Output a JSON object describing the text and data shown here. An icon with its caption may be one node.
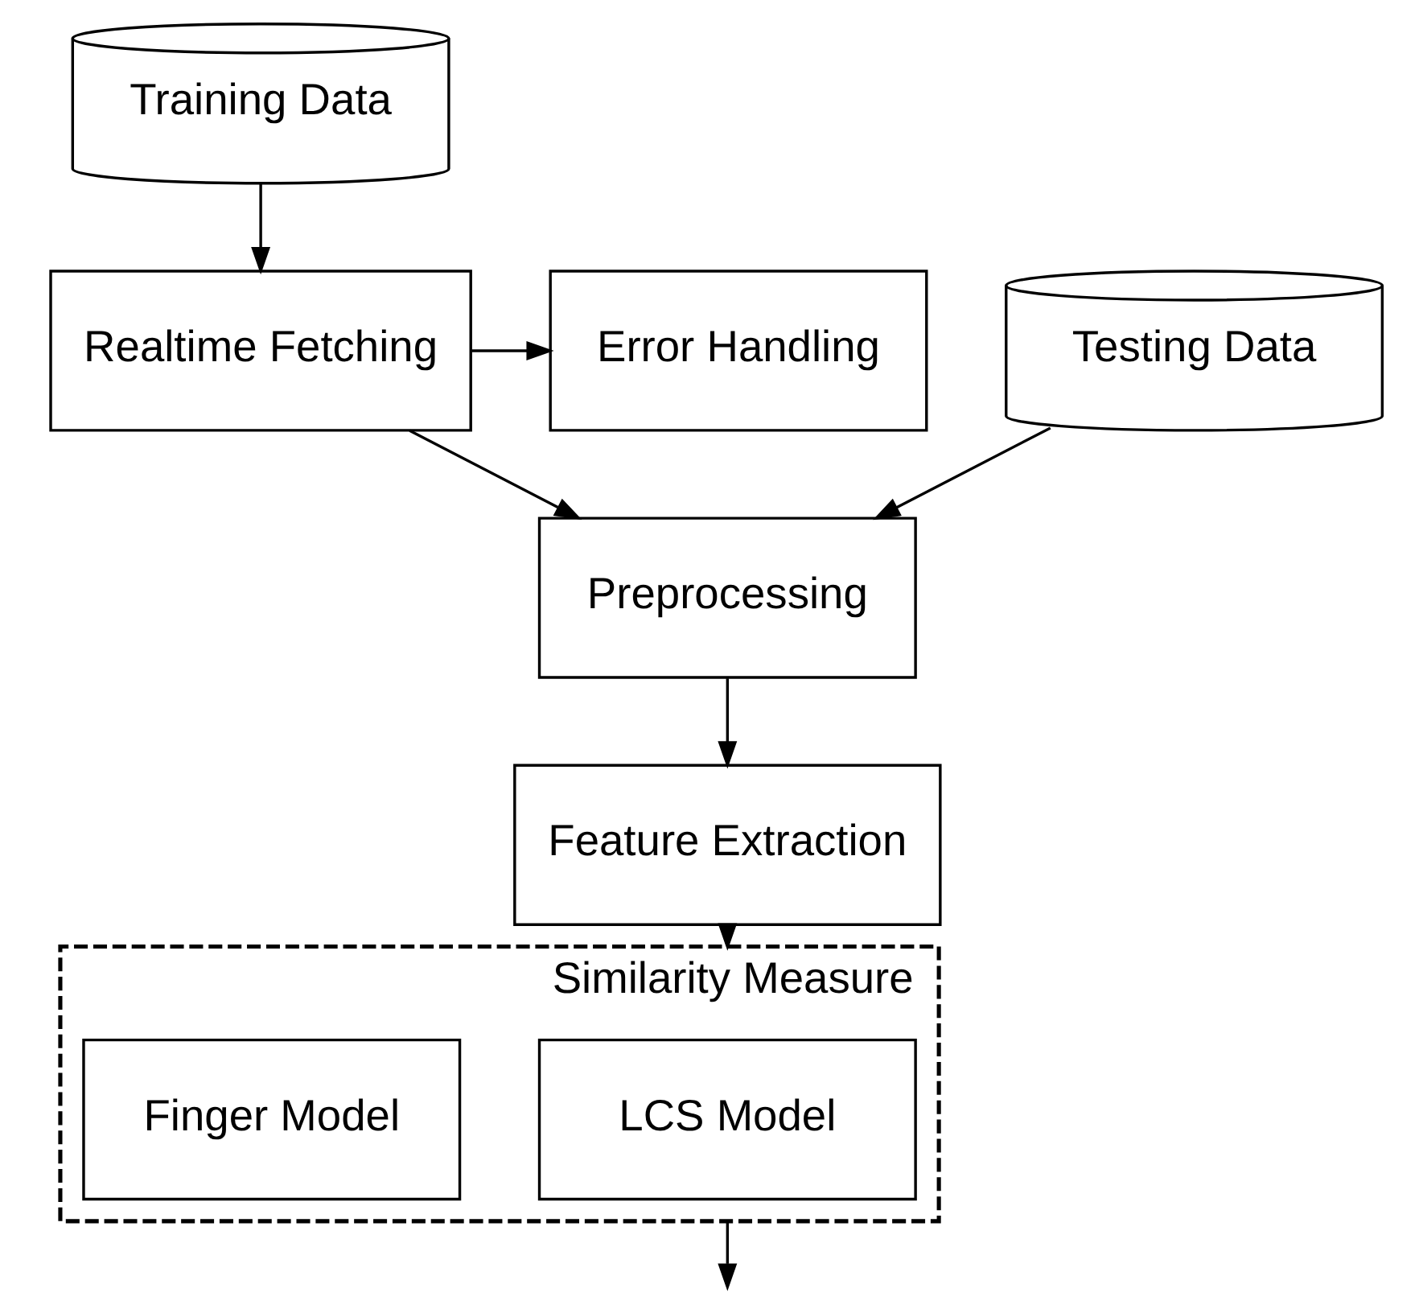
{
  "diagram": {
    "nodes": [
      {
        "text": [
          "Training Data"
        ]
      },
      {
        "text": [
          "Testing Data"
        ]
      },
      {
        "text": [
          "Realtime Fetching"
        ]
      },
      {
        "text": [
          "Error Handling"
        ]
      },
      {
        "text": [
          "Preprocessing"
        ]
      },
      {
        "text": [
          "Feature Extraction"
        ]
      },
      {
        "text": [
          "Similarity Measure"
        ]
      },
      {
        "text": [
          "LCS Model"
        ],
        "in": 6
      },
      {
        "text": [
          "Finger Model"
        ],
        "in": 6
      }
    ],
    "edges": [
      {
        "from": 0,
        "to": 2,
        "arrow": "to"
      },
      {
        "from": 2,
        "to": 3,
        "arrow": "to"
      },
      {
        "from": 1,
        "to": 4,
        "arrow": "to"
      },
      {
        "from": 2,
        "to": 4,
        "arrow": "to"
      },
      {
        "from": 4,
        "to": 5,
        "arrow": "to"
      },
      {
        "from": 5,
        "to": 6,
        "arrow": "to"
      },
      {
        "from": 6,
        "to": null,
        "arrow": "to"
      }
    ]
  }
}
